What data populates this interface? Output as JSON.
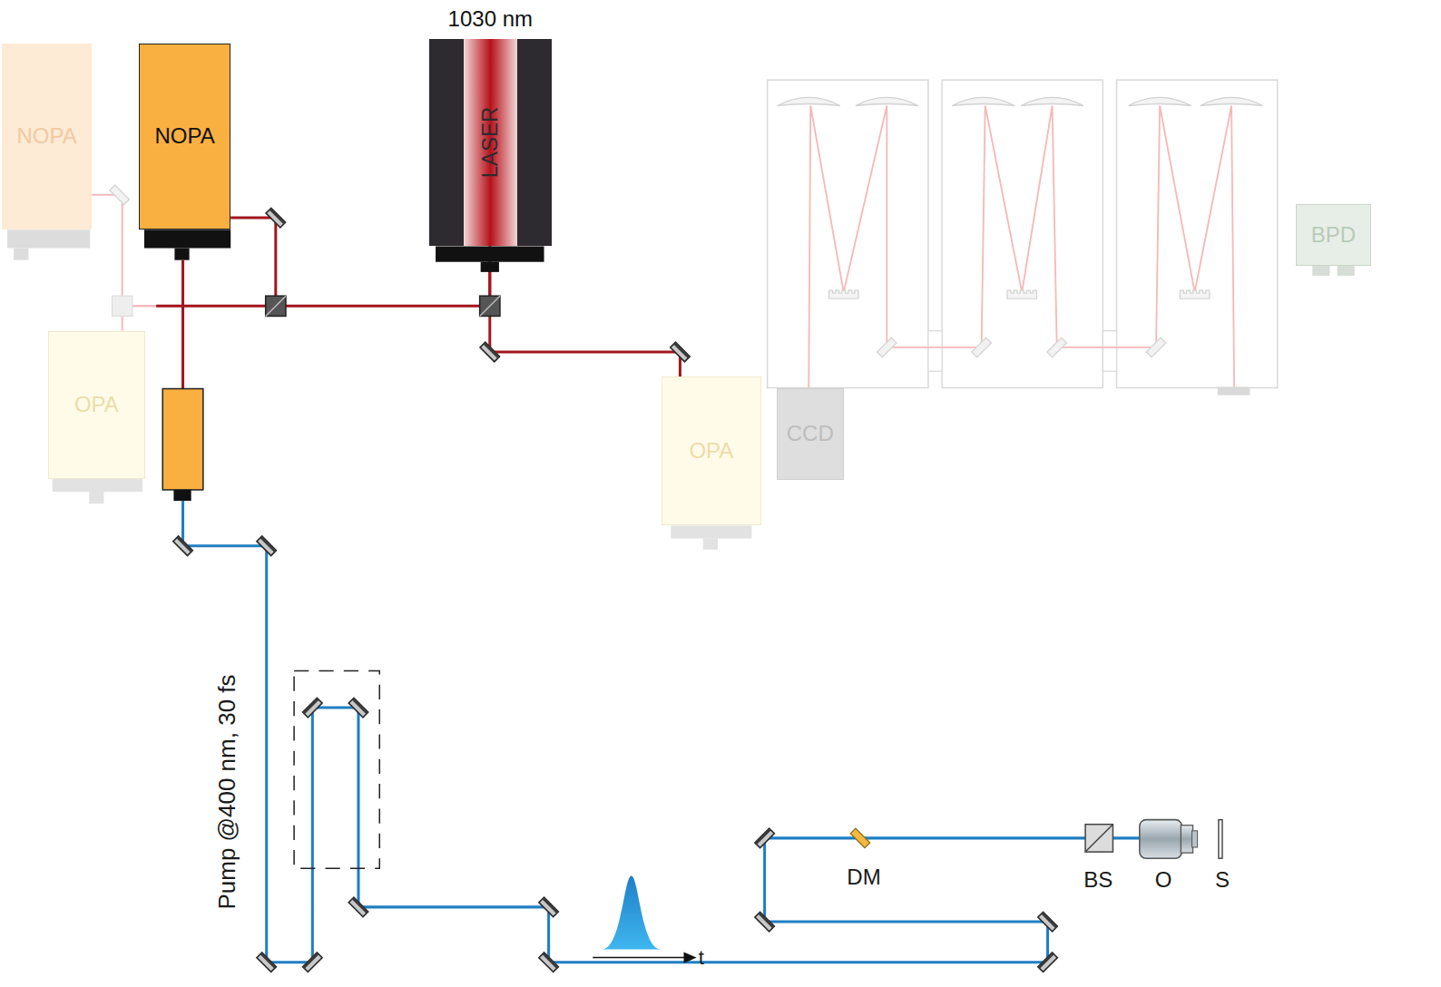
{
  "diagram": {
    "nodes": [
      {
        "text": [
          "NOPA"
        ]
      },
      {
        "text": [
          "NOPA"
        ]
      },
      {
        "text": [
          "1030 nm",
          "LASER"
        ]
      },
      {
        "text": [
          "OPA"
        ]
      },
      {
        "text": [
          "OPA"
        ]
      },
      {
        "text": [
          "CCD"
        ]
      },
      {
        "text": [
          "BPD"
        ]
      }
    ],
    "edges": [
      {
        "from": 2,
        "to": 0,
        "arrow": "none"
      },
      {
        "from": 2,
        "to": 3,
        "arrow": "none"
      },
      {
        "from": 2,
        "to": 1,
        "arrow": "none"
      },
      {
        "from": 2,
        "to": 4,
        "arrow": "none"
      }
    ],
    "labels": [
      "Pump @400 nm, 30 fs",
      "t",
      "DM",
      "BS",
      "O",
      "S"
    ]
  }
}
